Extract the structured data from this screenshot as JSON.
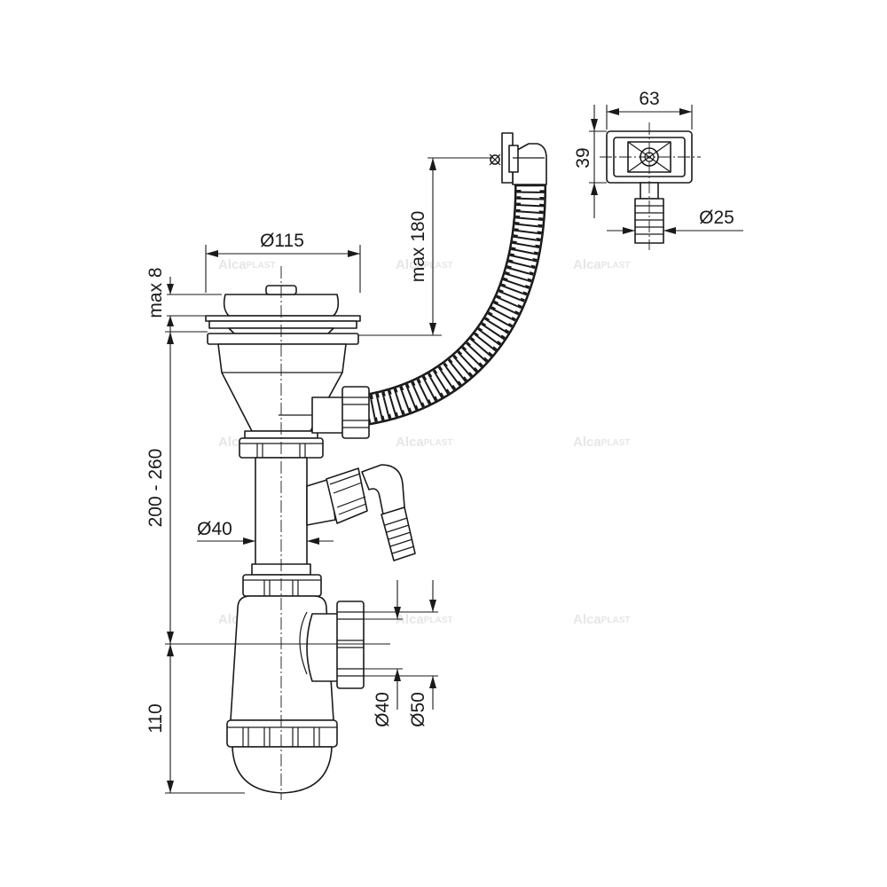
{
  "watermark": {
    "brand": "Alca",
    "suffix": "PLAST"
  },
  "dimensions": {
    "strainer_diameter": "Ø115",
    "flange_height": "max 8",
    "body_height": "200 - 260",
    "tube_diameter": "Ø40",
    "trap_height": "110",
    "outlet_diameter_inner": "Ø40",
    "outlet_diameter_outer": "Ø50",
    "overflow_height": "max 180",
    "overflow_width": "63",
    "overflow_depth": "39",
    "overflow_hose_diameter": "Ø25"
  }
}
